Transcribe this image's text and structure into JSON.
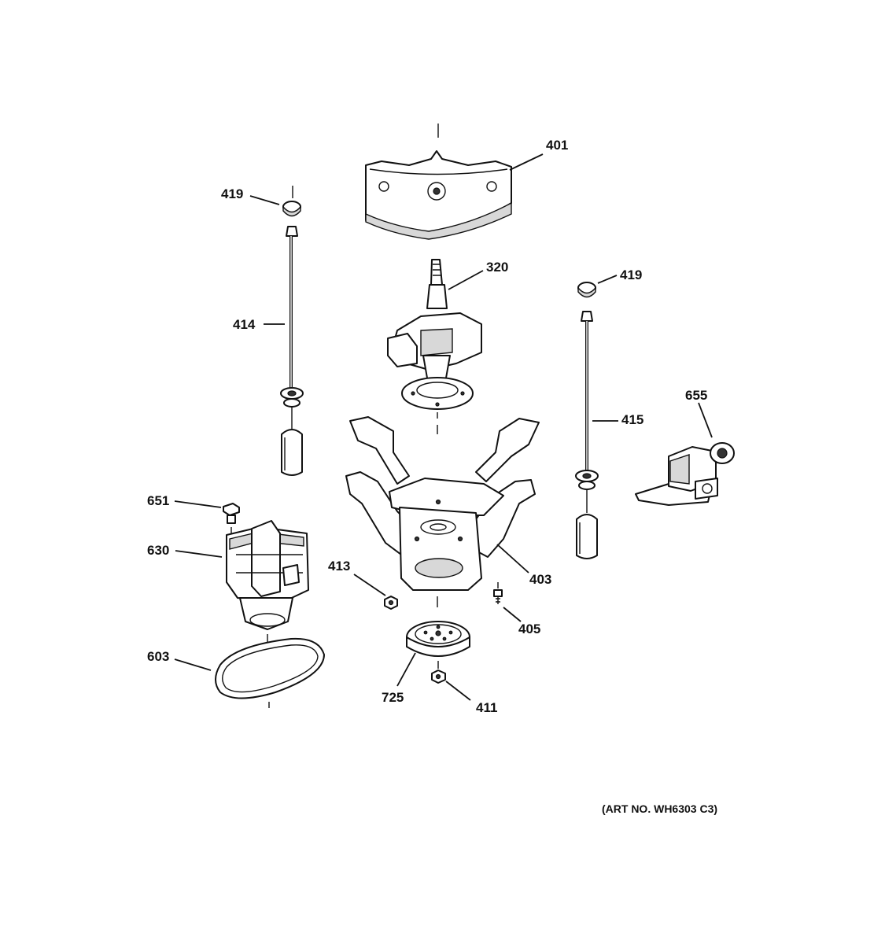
{
  "diagram": {
    "art_number": "(ART NO. WH6303 C3)",
    "callouts": {
      "c401": "401",
      "c419a": "419",
      "c419b": "419",
      "c320": "320",
      "c414": "414",
      "c415": "415",
      "c655": "655",
      "c651": "651",
      "c630": "630",
      "c413": "413",
      "c403": "403",
      "c405": "405",
      "c603": "603",
      "c725": "725",
      "c411": "411"
    }
  }
}
